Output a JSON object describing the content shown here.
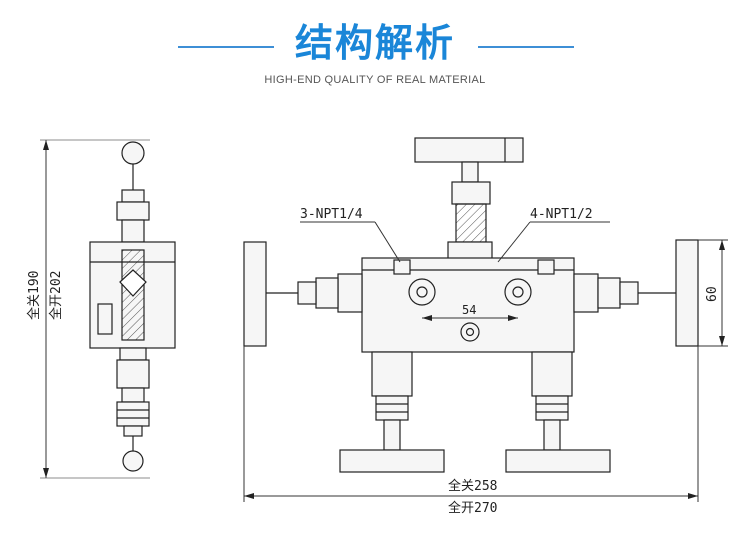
{
  "header": {
    "title": "结构解析",
    "subtitle": "HIGH-END QUALITY OF REAL MATERIAL"
  },
  "side_view": {
    "dim_closed": "全关190",
    "dim_open": "全开202"
  },
  "front_view": {
    "port_left": "3-NPT1/4",
    "port_right": "4-NPT1/2",
    "center_dim": "54",
    "height_dim": "60",
    "width_closed": "全关258",
    "width_open": "全开270"
  },
  "colors": {
    "accent": "#1a86d8",
    "line": "#222222",
    "fill": "#f4f4f4"
  }
}
